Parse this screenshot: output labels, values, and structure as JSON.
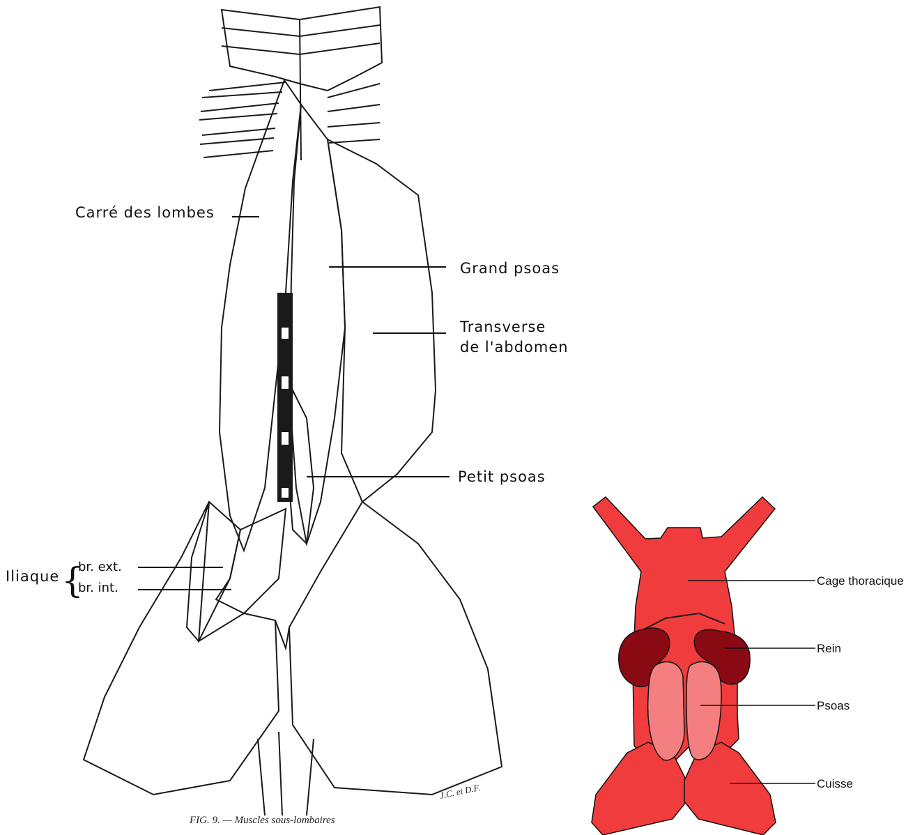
{
  "illustration": {
    "labels": {
      "carre_des_lombes": "Carré des lombes",
      "grand_psoas": "Grand psoas",
      "transverse_line1": "Transverse",
      "transverse_line2": "de l'abdomen",
      "petit_psoas": "Petit psoas",
      "iliaque": "Iliaque",
      "br_ext": "br. ext.",
      "br_int": "br. int."
    },
    "caption": "FIG. 9. — Muscles sous-lombaires",
    "signature": "J.C. et D.F."
  },
  "schematic": {
    "labels": {
      "cage_thoracique": "Cage thoracique",
      "rein": "Rein",
      "psoas": "Psoas",
      "cuisse": "Cuisse"
    },
    "colors": {
      "body": "#f03c3c",
      "kidney": "#8a0a14",
      "psoas": "#f47f80",
      "outline": "#111111"
    }
  }
}
